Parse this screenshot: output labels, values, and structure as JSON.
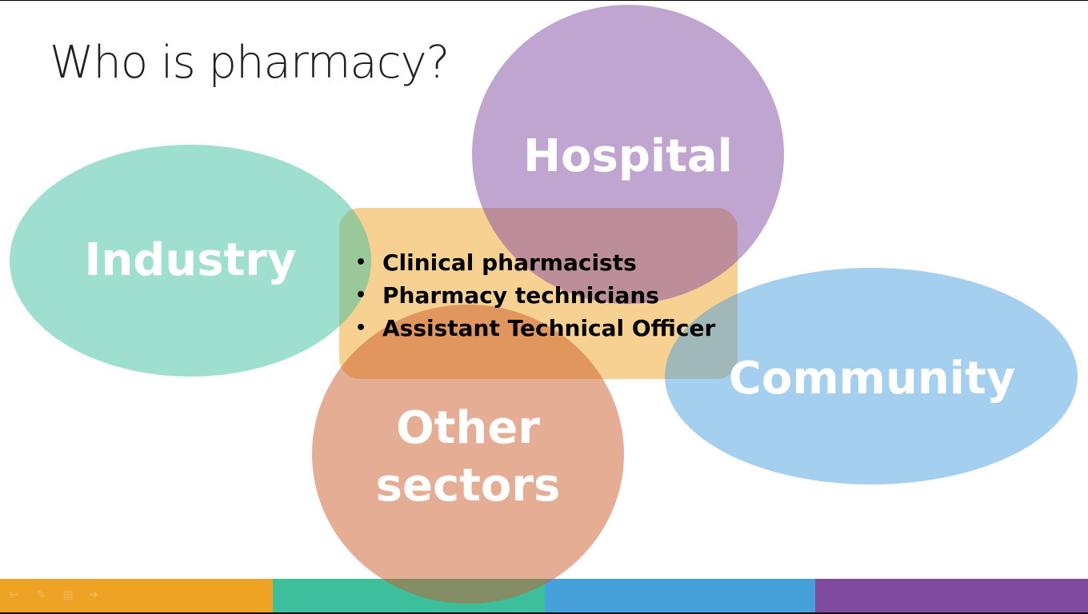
{
  "slide": {
    "title": "Who is pharmacy?",
    "bullets": [
      "Clinical pharmacists",
      "Pharmacy technicians",
      "Assistant Technical Officer"
    ],
    "circles": {
      "industry": "Industry",
      "hospital": "Hospital",
      "community": "Community",
      "other_line1": "Other",
      "other_line2": "sectors"
    }
  },
  "colors": {
    "orange": "#eea325",
    "teal": "#3dbfa0",
    "blue": "#4aa0dd",
    "purple": "#7f4ba0",
    "coral": "#cc5c2a"
  },
  "toolbar": {
    "icons": [
      "back-arrow-icon",
      "pen-icon",
      "slides-menu-icon",
      "forward-arrow-icon"
    ]
  }
}
